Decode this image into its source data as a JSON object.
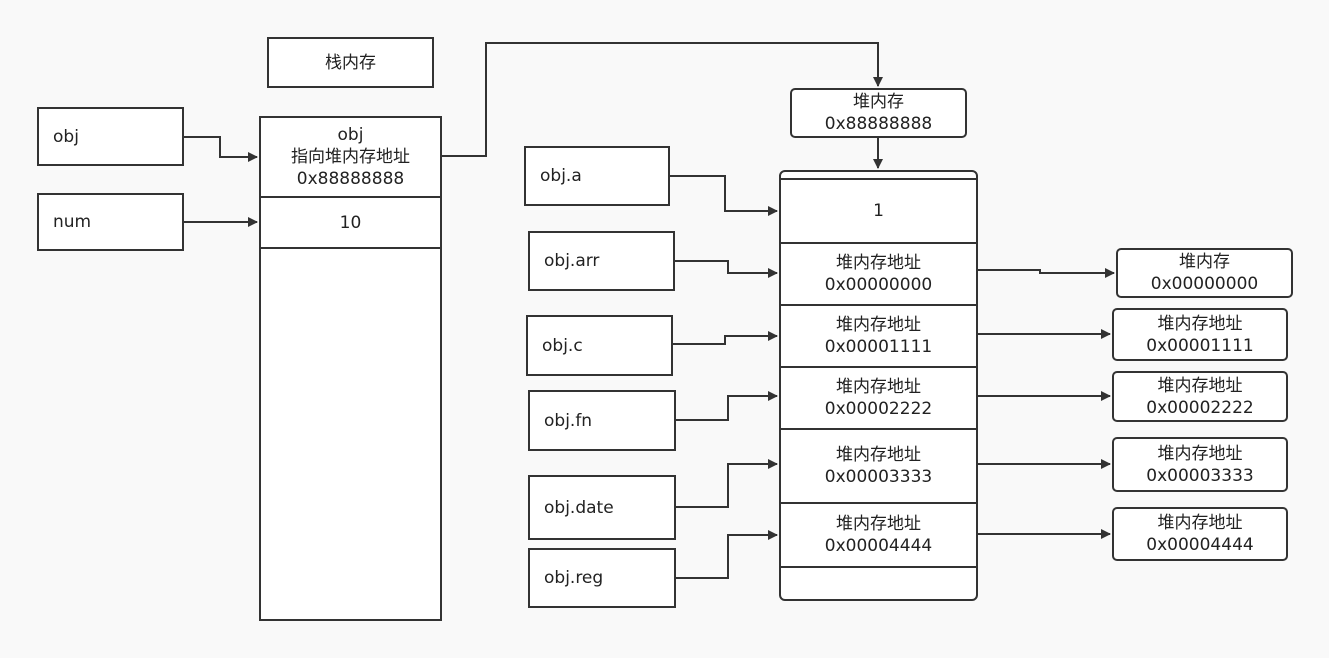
{
  "stack_title": "栈内存",
  "stack_vars": {
    "obj": "obj",
    "num": "num"
  },
  "stack_cells": {
    "obj_name": "obj",
    "obj_desc": "指向堆内存地址",
    "obj_addr": "0x88888888",
    "num_value": "10"
  },
  "heap_header": {
    "title": "堆内存",
    "addr": "0x88888888"
  },
  "props": [
    {
      "label": "obj.a"
    },
    {
      "label": "obj.arr"
    },
    {
      "label": "obj.c"
    },
    {
      "label": "obj.fn"
    },
    {
      "label": "obj.date"
    },
    {
      "label": "obj.reg"
    }
  ],
  "heap_cells": [
    {
      "line1": "1",
      "line2": ""
    },
    {
      "line1": "堆内存地址",
      "line2": "0x00000000"
    },
    {
      "line1": "堆内存地址",
      "line2": "0x00001111"
    },
    {
      "line1": "堆内存地址",
      "line2": "0x00002222"
    },
    {
      "line1": "堆内存地址",
      "line2": "0x00003333"
    },
    {
      "line1": "堆内存地址",
      "line2": "0x00004444"
    }
  ],
  "targets": [
    {
      "line1": "堆内存",
      "line2": "0x00000000"
    },
    {
      "line1": "堆内存地址",
      "line2": "0x00001111"
    },
    {
      "line1": "堆内存地址",
      "line2": "0x00002222"
    },
    {
      "line1": "堆内存地址",
      "line2": "0x00003333"
    },
    {
      "line1": "堆内存地址",
      "line2": "0x00004444"
    }
  ],
  "colors": {
    "stroke": "#333333",
    "background": "#f9f9f9",
    "box_fill": "#ffffff"
  }
}
